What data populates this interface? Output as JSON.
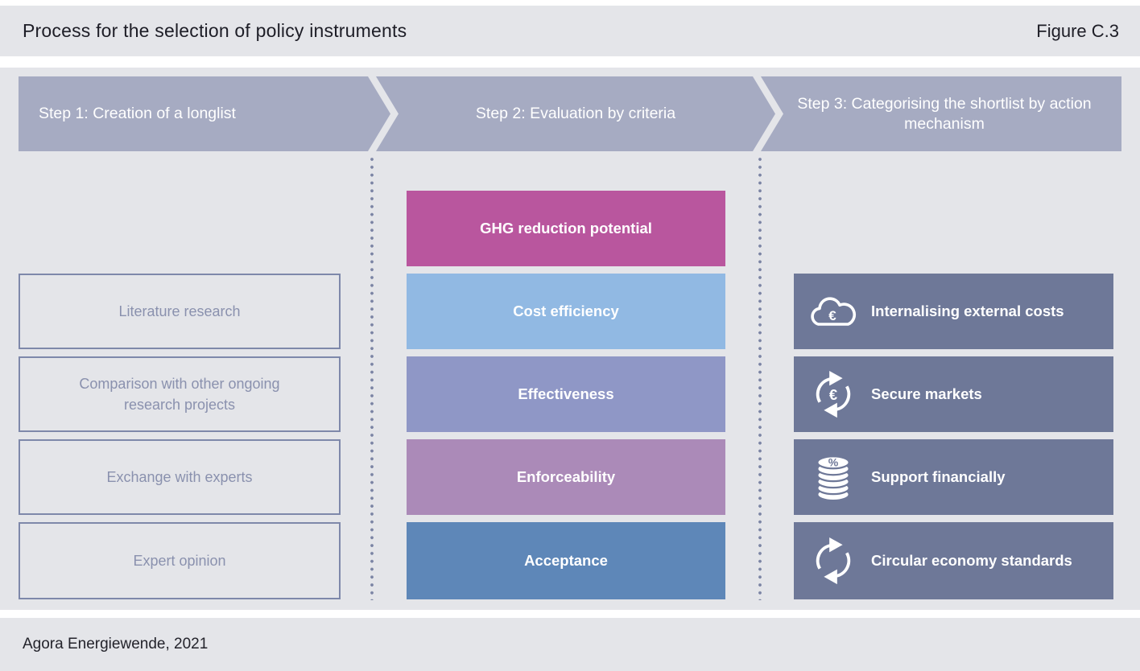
{
  "figure": {
    "title": "Process for the selection of policy instruments",
    "label": "Figure C.3",
    "source": "Agora Energiewende, 2021"
  },
  "steps": [
    {
      "label": "Step 1: Creation of a longlist"
    },
    {
      "label": "Step 2: Evaluation by criteria"
    },
    {
      "label": "Step 3: Categorising the shortlist by action mechanism"
    }
  ],
  "longlist": {
    "items": [
      "Literature research",
      "Comparison with other ongoing research projects",
      "Exchange with experts",
      "Expert opinion"
    ]
  },
  "criteria": [
    {
      "label": "GHG reduction potential",
      "color": "#b9569e"
    },
    {
      "label": "Cost efficiency",
      "color": "#91b9e3"
    },
    {
      "label": "Effectiveness",
      "color": "#8f97c6"
    },
    {
      "label": "Enforceability",
      "color": "#ab8ab8"
    },
    {
      "label": "Acceptance",
      "color": "#5e87b8"
    }
  ],
  "mechanisms": [
    {
      "label": "Internalising external costs",
      "icon": "cloud-euro-icon"
    },
    {
      "label": "Secure markets",
      "icon": "cycle-euro-icon"
    },
    {
      "label": "Support financially",
      "icon": "coins-percent-icon"
    },
    {
      "label": "Circular economy standards",
      "icon": "cycle-icon"
    }
  ],
  "glyphs": {
    "euro": "€",
    "percent": "%"
  },
  "colors": {
    "band_background": "#e4e5e9",
    "arrow": "#a6abc2",
    "mechanism_box": "#6e7898",
    "outline_box_border": "#7e88aa",
    "outline_box_text": "#8a91ae",
    "dotted_line": "#7b84a4",
    "text_dark": "#1d1d26"
  }
}
